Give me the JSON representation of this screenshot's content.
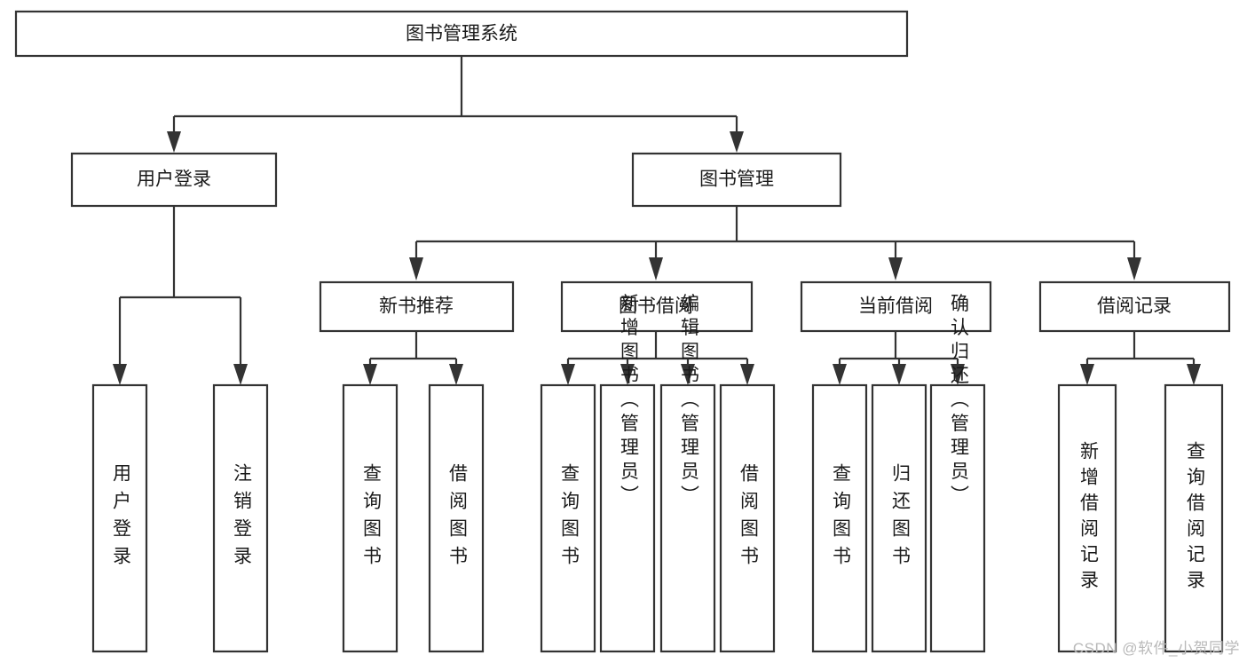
{
  "diagram": {
    "title": "图书管理系统",
    "type": "tree-hierarchy-diagram",
    "watermark": "CSDN @软件_小贺同学",
    "colors": {
      "stroke": "#333333",
      "box_fill": "#ffffff",
      "text": "#1a1a1a",
      "background": "#ffffff",
      "watermark": "#b9b9b9"
    },
    "levels": {
      "root": {
        "label": "图书管理系统",
        "orientation": "horizontal"
      },
      "level2": [
        {
          "label": "用户登录",
          "orientation": "horizontal"
        },
        {
          "label": "图书管理",
          "orientation": "horizontal"
        }
      ],
      "level3": [
        {
          "label": "新书推荐",
          "orientation": "horizontal",
          "parent": "图书管理"
        },
        {
          "label": "图书借阅",
          "orientation": "horizontal",
          "parent": "图书管理"
        },
        {
          "label": "当前借阅",
          "orientation": "horizontal",
          "parent": "图书管理"
        },
        {
          "label": "借阅记录",
          "orientation": "horizontal",
          "parent": "图书管理"
        }
      ],
      "leaves": [
        {
          "label": "用户登录",
          "orientation": "vertical",
          "parent": "用户登录"
        },
        {
          "label": "注销登录",
          "orientation": "vertical",
          "parent": "用户登录"
        },
        {
          "label": "查询图书",
          "orientation": "vertical",
          "parent": "新书推荐"
        },
        {
          "label": "借阅图书",
          "orientation": "vertical",
          "parent": "新书推荐"
        },
        {
          "label": "查询图书",
          "orientation": "vertical",
          "parent": "图书借阅"
        },
        {
          "label": "新增图书（管理员）",
          "orientation": "vertical",
          "parent": "图书借阅"
        },
        {
          "label": "编辑图书（管理员）",
          "orientation": "vertical",
          "parent": "图书借阅"
        },
        {
          "label": "借阅图书",
          "orientation": "vertical",
          "parent": "图书借阅"
        },
        {
          "label": "查询图书",
          "orientation": "vertical",
          "parent": "当前借阅"
        },
        {
          "label": "归还图书",
          "orientation": "vertical",
          "parent": "当前借阅"
        },
        {
          "label": "确认归还（管理员）",
          "orientation": "vertical",
          "parent": "当前借阅"
        },
        {
          "label": "新增借阅记录",
          "orientation": "vertical",
          "parent": "借阅记录"
        },
        {
          "label": "查询借阅记录",
          "orientation": "vertical",
          "parent": "借阅记录"
        }
      ]
    }
  }
}
